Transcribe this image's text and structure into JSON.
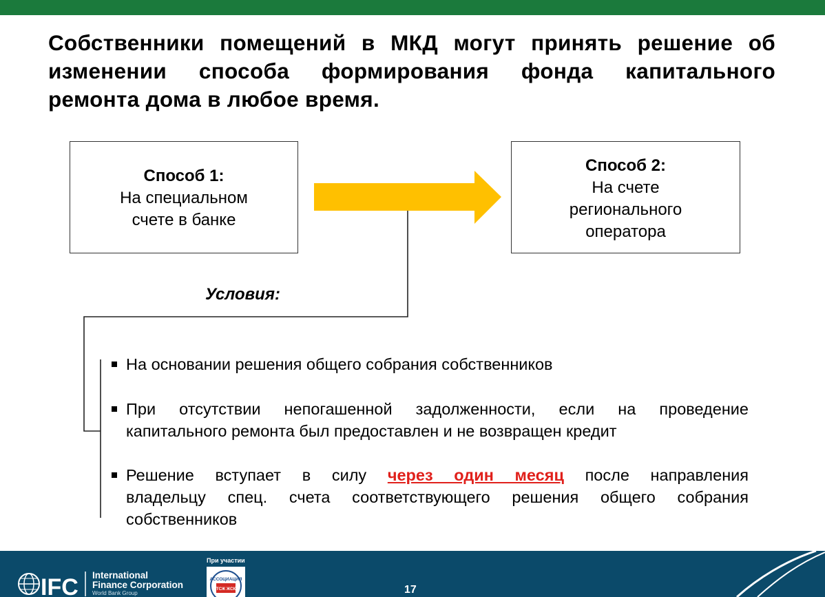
{
  "colors": {
    "top_bar": "#1b7a3c",
    "arrow": "#ffc000",
    "highlight": "#e0201b",
    "footer": "#0b4a6a"
  },
  "title": {
    "lines": [
      "Собственники помещений в МКД могут принять решение об",
      "изменении способа формирования фонда капитального",
      "ремонта дома в любое время."
    ]
  },
  "method1": {
    "heading": "Способ 1:",
    "lines": [
      "На специальном",
      "счете в банке"
    ]
  },
  "method2": {
    "heading": "Способ 2:",
    "lines": [
      "На счете",
      "регионального",
      "оператора"
    ]
  },
  "arrow_icon": "right-arrow-icon",
  "conditions_label": "Условия:",
  "bullets": [
    {
      "lines": [
        "На основании решения общего собрания собственников"
      ]
    },
    {
      "lines": [
        "При отсутствии непогашенной задолженности, если на проведение",
        "капитального ремонта был предоставлен и не возвращен кредит"
      ]
    },
    {
      "line1_before": "Решение вступает в силу",
      "line1_highlight": "через один месяц",
      "line1_after": "после направления",
      "lines_rest": [
        "владельцу спец. счета соответствующего решения общего собрания",
        "собственников"
      ]
    }
  ],
  "footer": {
    "ifc_name_line1": "International",
    "ifc_name_line2": "Finance Corporation",
    "ifc_group": "World Bank Group",
    "ifc_logo_text": "IFC",
    "participation_label": "При участии",
    "association_top": "АССОЦИАЦИЯ",
    "association_bottom": "ТСЖ ЖСК",
    "page_number": "17"
  }
}
